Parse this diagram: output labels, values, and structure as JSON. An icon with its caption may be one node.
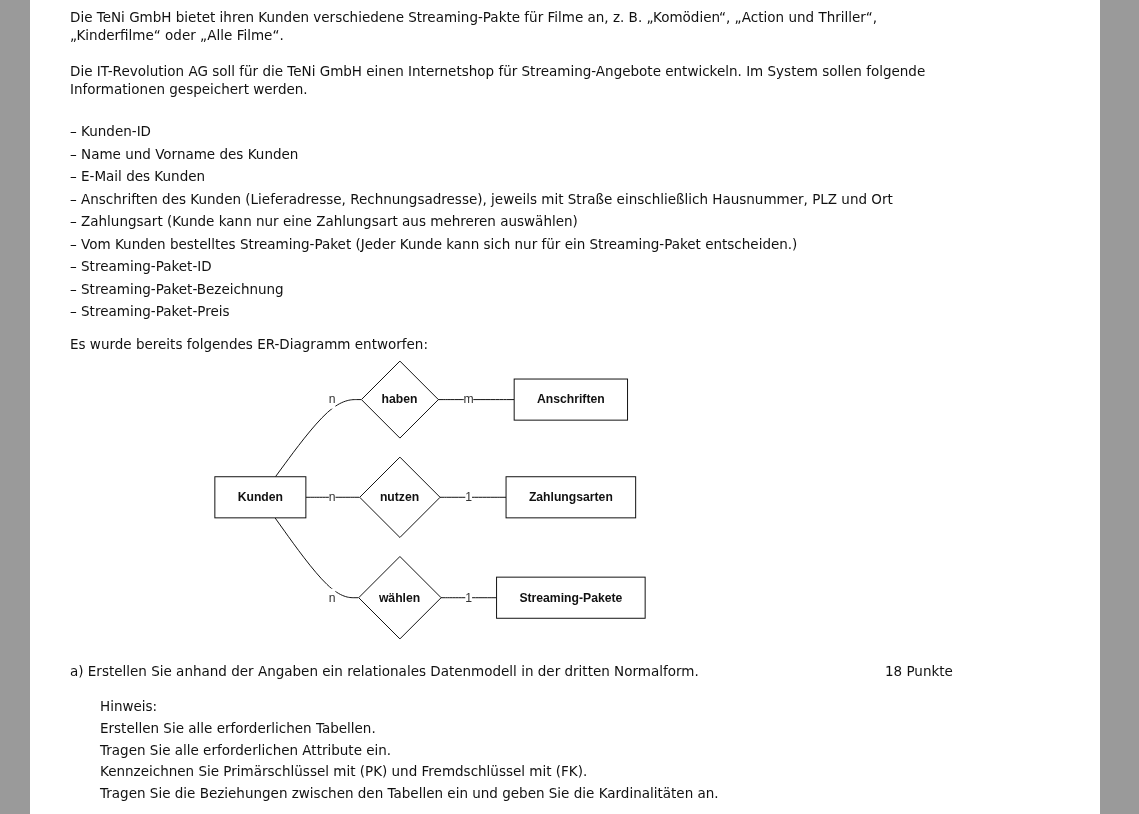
{
  "diagram": {
    "nodes": [
      {
        "text": [
          "haben"
        ]
      },
      {
        "text": [
          "Anschriften"
        ]
      },
      {
        "text": [
          "Kunden"
        ]
      },
      {
        "text": [
          "nutzen"
        ]
      },
      {
        "text": [
          "Zahlungsarten"
        ]
      },
      {
        "text": [
          "wählen"
        ]
      },
      {
        "text": [
          "Streaming-Pakete"
        ]
      }
    ],
    "edges": [
      {
        "from": 2,
        "to": 0,
        "arrow": "none",
        "label": "n"
      },
      {
        "from": 0,
        "to": 1,
        "arrow": "none",
        "label": "m"
      },
      {
        "from": 2,
        "to": 3,
        "arrow": "none",
        "label": "n"
      },
      {
        "from": 3,
        "to": 4,
        "arrow": "none",
        "label": "1"
      },
      {
        "from": 2,
        "to": 5,
        "arrow": "none",
        "label": "n"
      },
      {
        "from": 5,
        "to": 6,
        "arrow": "none",
        "label": "1"
      }
    ],
    "labels": [
      "Die TeNi GmbH bietet ihren Kunden verschiedene Streaming-Pakte für Filme an, z. B. „Komödien“, „Action und Thriller“, „Kinderfilme“ oder „Alle Filme“.",
      "Die IT-Revolution AG soll für die TeNi GmbH einen Internetshop für Streaming-Angebote entwickeln. Im System sollen folgende Informationen gespeichert werden.",
      "– Kunden-ID",
      "– Name und Vorname des Kunden",
      "– E-Mail des Kunden",
      "– Anschriften des Kunden (Lieferadresse, Rechnungsadresse), jeweils mit Straße einschließlich Hausnummer, PLZ und Ort",
      "– Zahlungsart (Kunde kann nur eine Zahlungsart aus mehreren auswählen)",
      "– Vom Kunden bestelltes Streaming-Paket (Jeder Kunde kann sich nur für ein Streaming-Paket entscheiden.)",
      "– Streaming-Paket-ID",
      "– Streaming-Paket-Bezeichnung",
      "– Streaming-Paket-Preis",
      "Es wurde bereits folgendes ER-Diagramm entworfen:",
      "a) Erstellen Sie anhand der Angaben ein relationales Datenmodell in der dritten Normalform.",
      "18 Punkte",
      "Hinweis:",
      "Erstellen Sie alle erforderlichen Tabellen.",
      "Tragen Sie alle erforderlichen Attribute ein.",
      "Kennzeichnen Sie Primärschlüssel mit (PK) und Fremdschlüssel mit (FK).",
      "Tragen Sie die Beziehungen zwischen den Tabellen ein und geben Sie die Kardinalitäten an."
    ]
  }
}
